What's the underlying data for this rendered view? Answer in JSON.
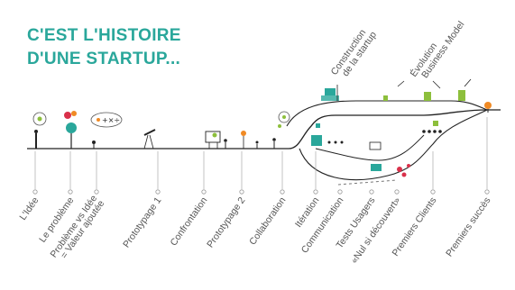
{
  "title": {
    "line1": "C'EST L'HISTOIRE",
    "line2": "D'UNE STARTUP..."
  },
  "colors": {
    "accent": "#2aa79b",
    "green": "#8dbf3c",
    "orange": "#f08a24",
    "red": "#d9304a",
    "line": "#222222",
    "text": "#555555"
  },
  "timeline_labels": [
    {
      "lines": [
        "L'Idée"
      ]
    },
    {
      "lines": [
        "Le problème"
      ]
    },
    {
      "lines": [
        "Problème vs Idée",
        "= Valeur ajoutée"
      ]
    },
    {
      "lines": [
        "Prototypage 1"
      ]
    },
    {
      "lines": [
        "Confrontation"
      ]
    },
    {
      "lines": [
        "Prototypage 2"
      ]
    },
    {
      "lines": [
        "Collaboration"
      ]
    },
    {
      "lines": [
        "Itération"
      ]
    },
    {
      "lines": [
        "Communication"
      ]
    },
    {
      "lines": [
        "Tests Usagers"
      ]
    },
    {
      "lines": [
        "«Nul si découvert»"
      ]
    },
    {
      "lines": [
        "Premiers Clients"
      ]
    },
    {
      "lines": [
        "Premiers succès"
      ]
    }
  ],
  "top_annotations": [
    {
      "lines": [
        "Construction",
        "de la startup"
      ]
    },
    {
      "lines": [
        "Évolution",
        "Business Model"
      ]
    }
  ]
}
